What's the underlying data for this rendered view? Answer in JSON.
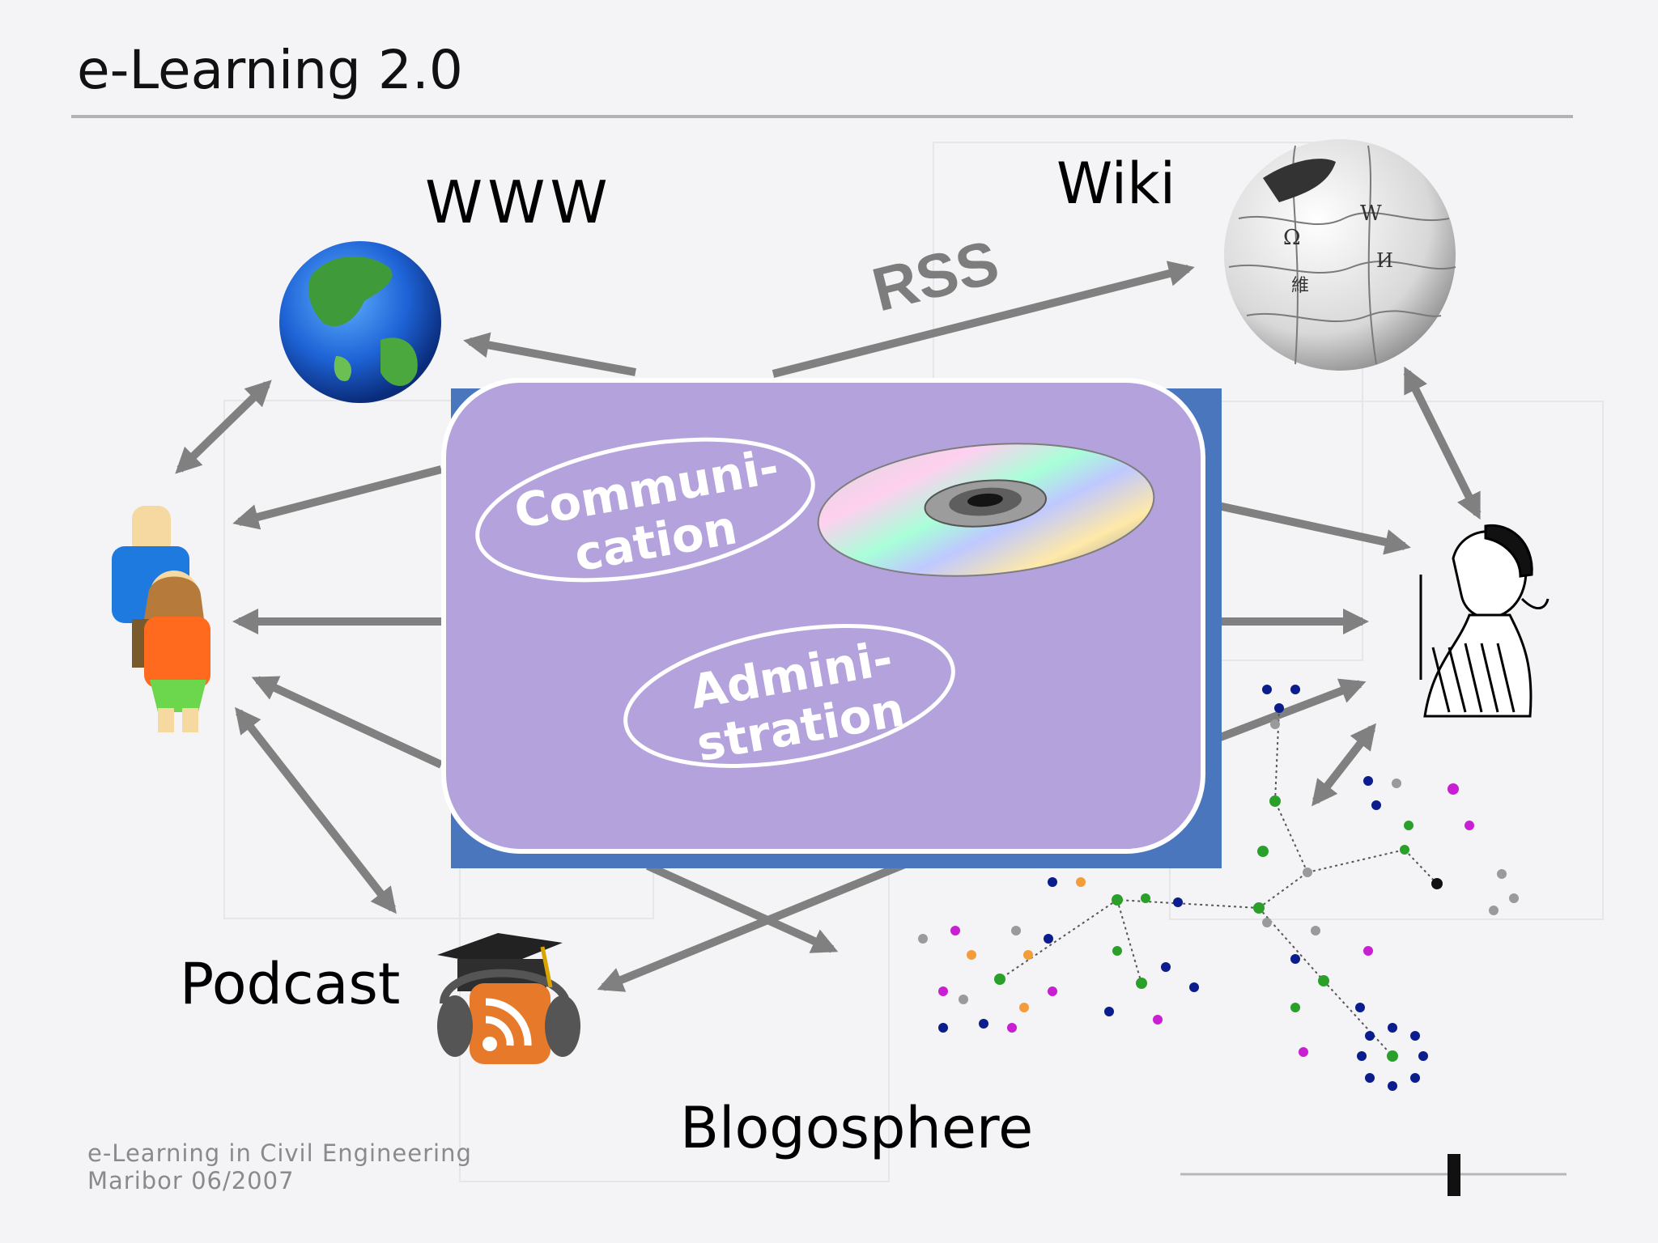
{
  "slide": {
    "title": "e-Learning 2.0",
    "labels": {
      "www": "WWW",
      "wiki": "Wiki",
      "rss": "RSS",
      "podcast": "Podcast",
      "blogosphere": "Blogosphere"
    },
    "center_box": {
      "communication": [
        "Communi-",
        "cation"
      ],
      "administration": [
        "Admini-",
        "stration"
      ]
    },
    "footer": {
      "line1": "e-Learning in Civil Engineering",
      "line2": "Maribor 06/2007"
    }
  },
  "colors": {
    "arrow": "#808080",
    "center_fill": "#b3a2dc",
    "center_shadow": "#4a76be",
    "background": "#f4f4f6"
  },
  "icons": [
    "globe-icon",
    "wiki-globe-icon",
    "students-icon",
    "podcast-rss-icon",
    "cd-disc-icon",
    "thinker-icon",
    "network-graph-icon"
  ]
}
